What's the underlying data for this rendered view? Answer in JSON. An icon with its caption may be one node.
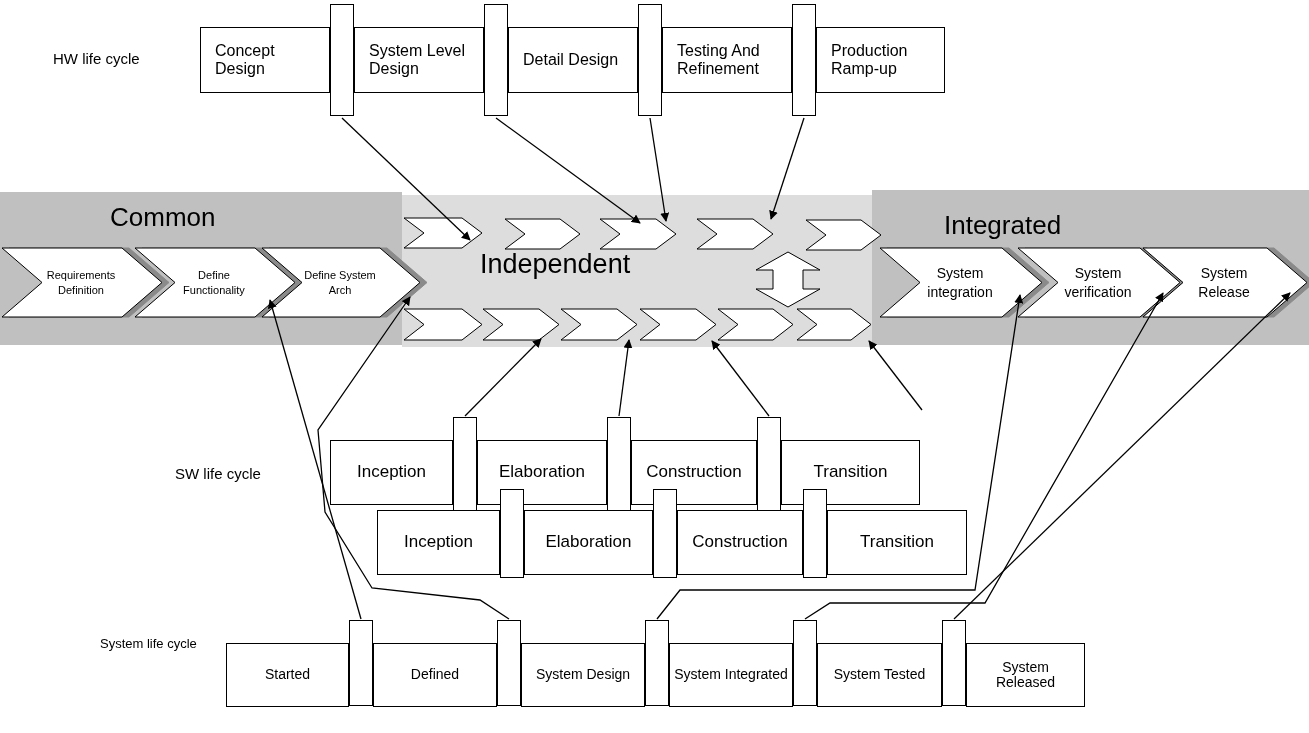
{
  "diagram": {
    "nodes": [
      {
        "text": [
          "Concept Design"
        ]
      },
      {
        "text": [],
        "shape": "bar"
      },
      {
        "text": [
          "System Level Design"
        ]
      },
      {
        "text": [],
        "shape": "bar"
      },
      {
        "text": [
          "Detail Design"
        ]
      },
      {
        "text": [],
        "shape": "bar"
      },
      {
        "text": [
          "Testing And Refinement"
        ]
      },
      {
        "text": [],
        "shape": "bar"
      },
      {
        "text": [
          "Production Ramp-up"
        ]
      },
      {
        "text": [
          "Common"
        ]
      },
      {
        "text": [
          "Requirements Definition"
        ],
        "in": 9
      },
      {
        "text": [
          "Define Functionality"
        ],
        "in": 9
      },
      {
        "text": [
          "Define System Arch"
        ],
        "in": 9
      },
      {
        "text": [
          "Independent"
        ]
      },
      {
        "text": [],
        "shape": "chevron",
        "in": 13
      },
      {
        "text": [],
        "shape": "chevron",
        "in": 13
      },
      {
        "text": [],
        "shape": "chevron",
        "in": 13
      },
      {
        "text": [],
        "shape": "chevron",
        "in": 13
      },
      {
        "text": [],
        "shape": "chevron",
        "in": 13
      },
      {
        "text": [],
        "shape": "chevron",
        "in": 13
      },
      {
        "text": [],
        "shape": "chevron",
        "in": 13
      },
      {
        "text": [],
        "shape": "chevron",
        "in": 13
      },
      {
        "text": [],
        "shape": "chevron",
        "in": 13
      },
      {
        "text": [],
        "shape": "chevron",
        "in": 13
      },
      {
        "text": [],
        "shape": "chevron",
        "in": 13
      },
      {
        "text": [
          "Integrated"
        ]
      },
      {
        "text": [
          "System integration"
        ],
        "in": 25
      },
      {
        "text": [
          "System verification"
        ],
        "in": 25
      },
      {
        "text": [
          "System Release"
        ],
        "in": 25
      },
      {
        "text": [
          "Inception"
        ]
      },
      {
        "text": [],
        "shape": "bar"
      },
      {
        "text": [
          "Elaboration"
        ]
      },
      {
        "text": [],
        "shape": "bar"
      },
      {
        "text": [
          "Construction"
        ]
      },
      {
        "text": [],
        "shape": "bar"
      },
      {
        "text": [
          "Transition"
        ]
      },
      {
        "text": [
          "Inception"
        ]
      },
      {
        "text": [],
        "shape": "bar"
      },
      {
        "text": [
          "Elaboration"
        ]
      },
      {
        "text": [],
        "shape": "bar"
      },
      {
        "text": [
          "Construction"
        ]
      },
      {
        "text": [],
        "shape": "bar"
      },
      {
        "text": [
          "Transition"
        ]
      },
      {
        "text": [
          "Started"
        ]
      },
      {
        "text": [],
        "shape": "bar"
      },
      {
        "text": [
          "Defined"
        ]
      },
      {
        "text": [],
        "shape": "bar"
      },
      {
        "text": [
          "System Design"
        ]
      },
      {
        "text": [],
        "shape": "bar"
      },
      {
        "text": [
          "System Integrated"
        ]
      },
      {
        "text": [],
        "shape": "bar"
      },
      {
        "text": [
          "System Tested"
        ]
      },
      {
        "text": [],
        "shape": "bar"
      },
      {
        "text": [
          "System Released"
        ]
      }
    ],
    "edges": [
      {
        "from": 1,
        "to": 14,
        "arrow": "to"
      },
      {
        "from": 3,
        "to": 16,
        "arrow": "to"
      },
      {
        "from": 5,
        "to": 16,
        "arrow": "to"
      },
      {
        "from": 7,
        "to": 17,
        "arrow": "to"
      },
      {
        "from": 30,
        "to": 20,
        "arrow": "to"
      },
      {
        "from": 32,
        "to": 21,
        "arrow": "to"
      },
      {
        "from": 34,
        "to": 22,
        "arrow": "to"
      },
      {
        "from": null,
        "to": 24,
        "arrow": "to"
      },
      {
        "from": 44,
        "to": 12,
        "arrow": "to"
      },
      {
        "from": 46,
        "to": 12,
        "arrow": "to"
      },
      {
        "from": 48,
        "to": 26,
        "arrow": "to"
      },
      {
        "from": 50,
        "to": 27,
        "arrow": "to"
      },
      {
        "from": 52,
        "to": 28,
        "arrow": "to"
      },
      {
        "from": 17,
        "to": 23,
        "arrow": "both",
        "style": "thick"
      }
    ],
    "labels": [
      "HW life cycle",
      "SW life cycle",
      "System life cycle"
    ]
  }
}
